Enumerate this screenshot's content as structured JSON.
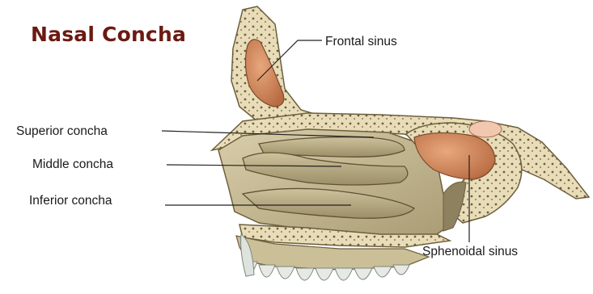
{
  "title": "Nasal Concha",
  "labels": {
    "frontal_sinus": "Frontal sinus",
    "superior_concha": "Superior concha",
    "middle_concha": "Middle concha",
    "inferior_concha": "Inferior concha",
    "sphenoidal_sinus": "Sphenoidal sinus"
  },
  "colors": {
    "title": "#6b1a12",
    "label": "#1a1a1a",
    "bone_light": "#efe6c8",
    "bone_mid": "#cfc29a",
    "concha": "#b9ac85",
    "sinus": "#d98f63",
    "leader_line": "#222222"
  }
}
